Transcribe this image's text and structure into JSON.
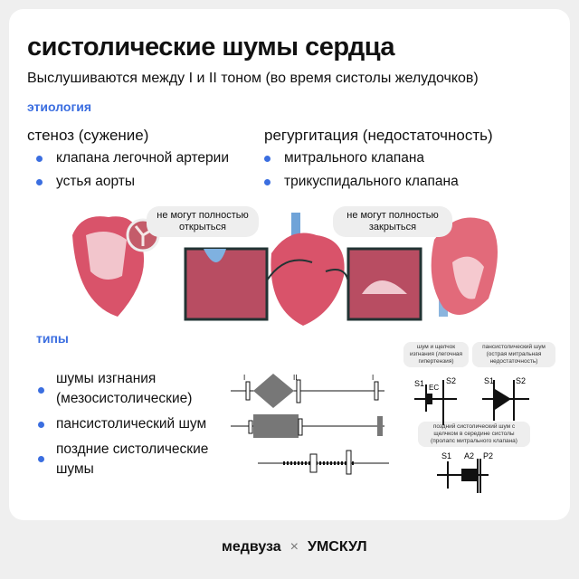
{
  "title": "систолические шумы сердца",
  "subtitle": "Выслушиваются между I и II тоном (во время систолы желудочков)",
  "etiology": {
    "heading": "этиология",
    "stenosis": {
      "title": "стеноз (сужение)",
      "items": [
        "клапана легочной артерии",
        "устья аорты"
      ]
    },
    "regurgitation": {
      "title": "регургитация (недостаточность)",
      "items": [
        "митрального клапана",
        "трикуспидального клапана"
      ]
    },
    "bubble_left": "не могут полностью открыться",
    "bubble_right": "не могут полностью закрыться"
  },
  "types": {
    "heading": "типы",
    "items": [
      "шумы изгнания (мезосистолические)",
      "пансистолический шум",
      "поздние систолические шумы"
    ],
    "tone_labels": {
      "one": "I",
      "two": "II"
    }
  },
  "pcg": {
    "ejection": {
      "caption": "шум и щелчок изгнания (легочная гипертензия)",
      "labels": [
        "S1",
        "EC",
        "S2"
      ]
    },
    "pansystolic": {
      "caption": "пансистолический шум (острая митральная недостаточность)",
      "labels": [
        "S1",
        "S2"
      ]
    },
    "late": {
      "caption": "поздний систолический шум с щелчком в середине систолы (пролапс митрального клапана)",
      "labels": [
        "S1",
        "A2",
        "P2"
      ]
    }
  },
  "footer": {
    "brand1": "медвуза",
    "sep": "×",
    "brand2": "УМСКУЛ"
  },
  "colors": {
    "accent": "#3b6ee0",
    "heart": "#d9536a"
  }
}
